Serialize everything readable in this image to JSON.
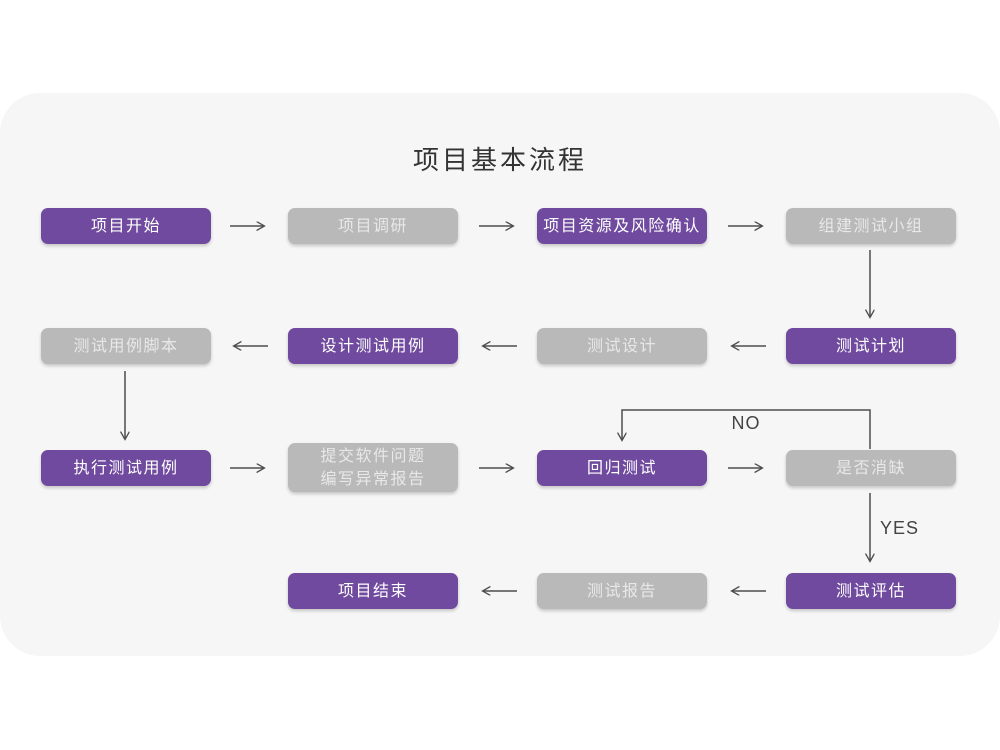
{
  "title": "项目基本流程",
  "colors": {
    "purple": "#6F4A9E",
    "gray": "#B9B9B9",
    "card": "#F6F6F6",
    "arrow": "#4D4D4D"
  },
  "edge_labels": {
    "no": "NO",
    "yes": "YES"
  },
  "nodes": [
    {
      "id": "project-start",
      "label": "项目开始",
      "variant": "purple",
      "col": 1,
      "row": 1
    },
    {
      "id": "project-research",
      "label": "项目调研",
      "variant": "gray",
      "col": 2,
      "row": 1
    },
    {
      "id": "resource-risk-confirm",
      "label": "项目资源及风险确认",
      "variant": "purple",
      "col": 3,
      "row": 1
    },
    {
      "id": "build-test-team",
      "label": "组建测试小组",
      "variant": "gray",
      "col": 4,
      "row": 1
    },
    {
      "id": "test-case-script",
      "label": "测试用例脚本",
      "variant": "gray",
      "col": 1,
      "row": 2
    },
    {
      "id": "design-test-case",
      "label": "设计测试用例",
      "variant": "purple",
      "col": 2,
      "row": 2
    },
    {
      "id": "test-design",
      "label": "测试设计",
      "variant": "gray",
      "col": 3,
      "row": 2
    },
    {
      "id": "test-plan",
      "label": "测试计划",
      "variant": "purple",
      "col": 4,
      "row": 2
    },
    {
      "id": "execute-test-case",
      "label": "执行测试用例",
      "variant": "purple",
      "col": 1,
      "row": 3
    },
    {
      "id": "submit-issue-report",
      "label": "提交软件问题\n编写异常报告",
      "variant": "gray",
      "col": 2,
      "row": 3,
      "tall": true
    },
    {
      "id": "regression-test",
      "label": "回归测试",
      "variant": "purple",
      "col": 3,
      "row": 3
    },
    {
      "id": "defect-cleared",
      "label": "是否消缺",
      "variant": "gray",
      "col": 4,
      "row": 3
    },
    {
      "id": "project-end",
      "label": "项目结束",
      "variant": "purple",
      "col": 2,
      "row": 4
    },
    {
      "id": "test-report",
      "label": "测试报告",
      "variant": "gray",
      "col": 3,
      "row": 4
    },
    {
      "id": "test-evaluation",
      "label": "测试评估",
      "variant": "purple",
      "col": 4,
      "row": 4
    }
  ]
}
